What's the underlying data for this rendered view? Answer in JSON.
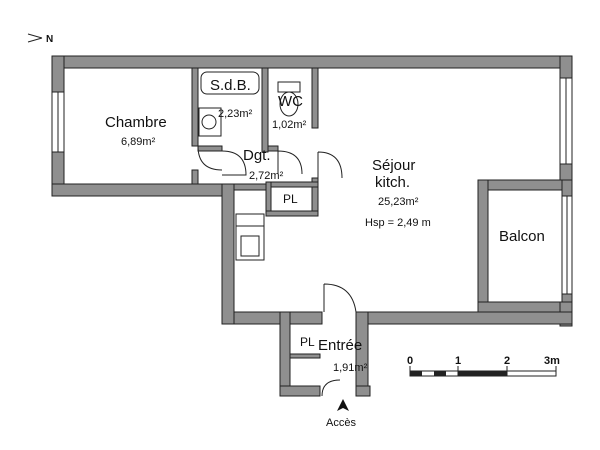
{
  "compass": {
    "label": "N"
  },
  "rooms": {
    "chambre": {
      "label": "Chambre",
      "area": "6,89m²"
    },
    "sdb": {
      "label": "S.d.B.",
      "area": "2,23m²"
    },
    "wc": {
      "label": "WC",
      "area": "1,02m²"
    },
    "dgt": {
      "label": "Dgt.",
      "area": "2,72m²"
    },
    "sejour": {
      "label_line1": "Séjour",
      "label_line2": "kitch.",
      "area": "25,23m²",
      "hsp": "Hsp = 2,49 m"
    },
    "balcon": {
      "label": "Balcon"
    },
    "entree": {
      "label": "Entrée",
      "area": "1,91m²"
    }
  },
  "placards": {
    "pl_dgt": "PL",
    "pl_entree": "PL"
  },
  "access": {
    "label": "Accès"
  },
  "scale": {
    "ticks": [
      "0",
      "1",
      "2",
      "3m"
    ]
  }
}
